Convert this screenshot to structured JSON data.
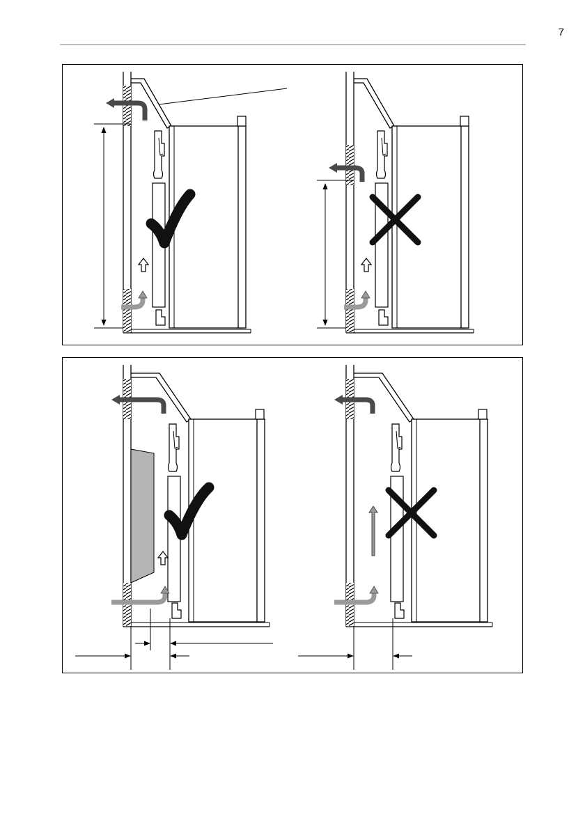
{
  "page": {
    "number": "7"
  },
  "colors": {
    "line": "#000000",
    "arrow_dark": "#4a4a4a",
    "arrow_light": "#9a9a9a",
    "cover_fill": "#b5b5b5",
    "header_rule": "#bdbdbd"
  },
  "panels": [
    {
      "id": "top",
      "scenes": [
        {
          "verdict": "correct",
          "icon": "check-mark-icon"
        },
        {
          "verdict": "incorrect",
          "icon": "cross-mark-icon"
        }
      ]
    },
    {
      "id": "bottom",
      "scenes": [
        {
          "verdict": "correct",
          "icon": "check-mark-icon"
        },
        {
          "verdict": "incorrect",
          "icon": "cross-mark-icon"
        }
      ]
    }
  ]
}
